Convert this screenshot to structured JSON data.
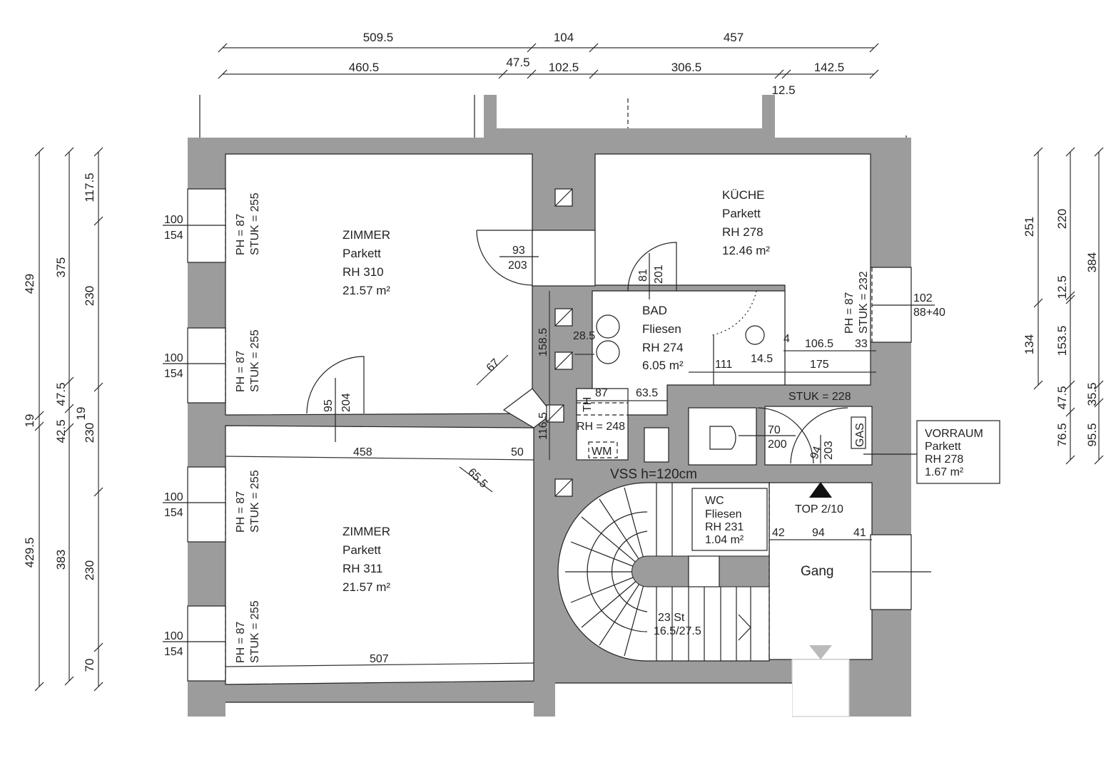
{
  "title": "Floor plan TOP 2/10",
  "colors": {
    "wall": "#9c9c9c",
    "line": "#222222"
  },
  "dims_top_row1": [
    "509.5",
    "104",
    "457"
  ],
  "dims_top_row2": [
    "460.5",
    "47.5",
    "102.5",
    "306.5",
    "142.5",
    "12.5"
  ],
  "dims_left_outer": [
    "429",
    "19",
    "429.5"
  ],
  "dims_left_middle": [
    "375",
    "47.5",
    "42.5",
    "383"
  ],
  "dims_left_inner": [
    "117.5",
    "230",
    "19",
    "230",
    "230",
    "70"
  ],
  "dims_right_outer": [
    "251",
    "134"
  ],
  "dims_right_middle": [
    "220",
    "12.5",
    "153.5",
    "47.5",
    "76.5"
  ],
  "dims_right_inner": [
    "384",
    "35.5",
    "95.5"
  ],
  "windows_left": [
    {
      "w": "100",
      "h": "154",
      "ph": "PH = 87",
      "stuk": "STUK = 255"
    },
    {
      "w": "100",
      "h": "154",
      "ph": "PH = 87",
      "stuk": "STUK = 255"
    },
    {
      "w": "100",
      "h": "154",
      "ph": "PH = 87",
      "stuk": "STUK = 255"
    },
    {
      "w": "100",
      "h": "154",
      "ph": "PH = 87",
      "stuk": "STUK = 255"
    }
  ],
  "window_right": {
    "w": "102",
    "h": "88+40",
    "ph": "PH = 87",
    "stuk": "STUK = 232"
  },
  "rooms": {
    "zimmer1": {
      "name": "ZIMMER",
      "floor": "Parkett",
      "rh": "RH 310",
      "area": "21.57 m²"
    },
    "zimmer2": {
      "name": "ZIMMER",
      "floor": "Parkett",
      "rh": "RH 311",
      "area": "21.57 m²"
    },
    "kueche": {
      "name": "KÜCHE",
      "floor": "Parkett",
      "rh": "RH 278",
      "area": "12.46 m²"
    },
    "bad": {
      "name": "BAD",
      "floor": "Fliesen",
      "rh": "RH 274",
      "area": "6.05 m²"
    },
    "wc": {
      "name": "WC",
      "floor": "Fliesen",
      "rh": "RH 231",
      "area": "1.04 m²"
    },
    "vorraum": {
      "name": "VORRAUM",
      "floor": "Parkett",
      "rh": "RH 278",
      "area": "1.67 m²"
    },
    "gang": {
      "name": "Gang"
    }
  },
  "doors": {
    "d1": {
      "w": "93",
      "h": "203"
    },
    "d2": {
      "w": "95",
      "h": "204"
    },
    "d3": {
      "w": "81",
      "h": "201"
    },
    "d4": {
      "w": "70",
      "h": "200"
    },
    "d5": {
      "w": "94",
      "h": "203"
    }
  },
  "inner_dims": {
    "a": "67",
    "b": "458",
    "c": "50",
    "d": "65.5",
    "e": "507",
    "f": "158.5",
    "g": "116.5",
    "h": "28.5",
    "i": "87",
    "j": "63.5",
    "k": "111",
    "l": "14.5",
    "m": "4",
    "n": "106.5",
    "o": "33",
    "p": "175",
    "q": "42",
    "r": "94",
    "s": "41"
  },
  "labels": {
    "stuk228": "STUK = 228",
    "rh248": "RH = 248",
    "th": "TH",
    "wm": "WM",
    "gas": "GAS",
    "vss": "VSS h=120cm",
    "top": "TOP 2/10",
    "stairs_count": "23 St",
    "stairs_ratio": "16.5/27.5"
  }
}
